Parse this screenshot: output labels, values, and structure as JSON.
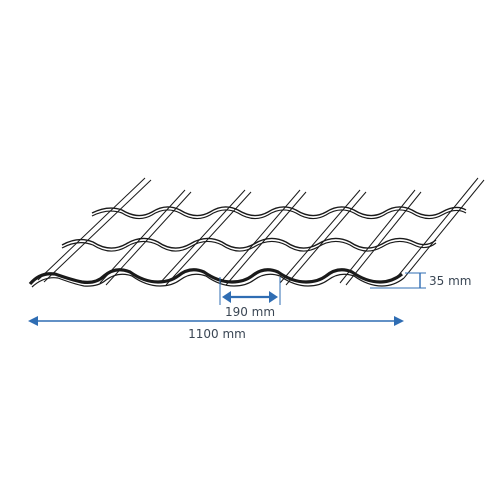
{
  "diagram": {
    "subject": "metal-roof-tile-sheet",
    "colors": {
      "outline": "#1a1a1a",
      "dimension": "#2f6db3",
      "label": "#3a4654",
      "background": "#ffffff"
    },
    "dimensions": {
      "wave_pitch": {
        "label": "190 mm"
      },
      "sheet_width": {
        "label": "1100 mm"
      },
      "profile_height": {
        "label": "35 mm"
      }
    }
  }
}
